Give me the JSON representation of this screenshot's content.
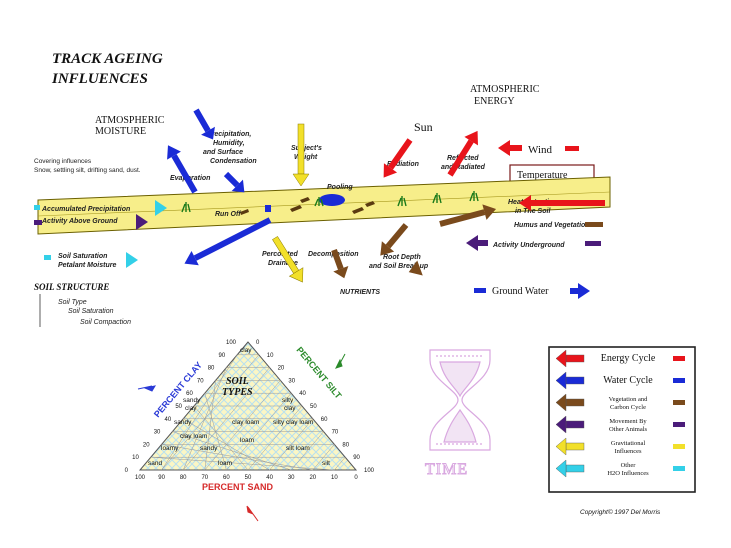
{
  "title": {
    "line1": "TRACK AGEING",
    "line2": "INFLUENCES"
  },
  "atmos_moisture": {
    "line1": "ATMOSPHERIC",
    "line2": "MOISTURE"
  },
  "atmos_energy": {
    "line1": "ATMOSPHERIC",
    "line2": "ENERGY"
  },
  "sun": "Sun",
  "wind": "Wind",
  "temperature": "Temperature",
  "covering": {
    "line1": "Covering influences",
    "line2": "Snow, settling silt, drifting sand, dust."
  },
  "precip": {
    "line1": "Precipitation,",
    "line2": "Humidity,",
    "line3": "and Surface",
    "line4": "Condensation"
  },
  "evaporation": "Evaporation",
  "subjects_weight": {
    "line1": "Subject's",
    "line2": "Weight"
  },
  "pooling": "Pooling",
  "radiation": "Radiation",
  "reflected": {
    "line1": "Reflected",
    "line2": "and Radiated"
  },
  "accum_precip": "Accumulated Precipitation",
  "activity_above": "Activity Above Ground",
  "run_off": "Run Off",
  "heat_retention": {
    "line1": "Heat Retention",
    "line2": "in The Soil"
  },
  "humus": "Humus and Vegetation",
  "activity_under": "Activity Underground",
  "soil_saturation": {
    "line1": "Soil Saturation",
    "line2": "Petalant Moisture"
  },
  "percolated": {
    "line1": "Percolated",
    "line2": "Drainage"
  },
  "decomposition": "Decomposition",
  "root_depth": {
    "line1": "Root Depth",
    "line2": "and Soil Break up"
  },
  "nutrients": "NUTRIENTS",
  "ground_water": "Ground Water",
  "soil_structure": {
    "title": "SOIL STRUCTURE",
    "item1": "Soil Type",
    "item2": "Soil Saturation",
    "item3": "Soil Compaction"
  },
  "soil_types": {
    "line1": "SOIL",
    "line2": "TYPES"
  },
  "percent_clay": "PERCENT CLAY",
  "percent_silt": "PERCENT SILT",
  "percent_sand": "PERCENT SAND",
  "soil_labels": {
    "clay": "clay",
    "sandy": "sandy",
    "clay2": "clay",
    "silty": "silty",
    "clay3": "clay",
    "sandy_clay": "sandy",
    "clay_loam": "clay loam",
    "silty_clay_loam": "silty clay loam",
    "sandy_loam_top": "clay loam",
    "loam": "loam",
    "loamy": "loamy",
    "sandy2": "sandy",
    "silt_loam": "silt loam",
    "sand": "sand",
    "loam2": "loam",
    "silt": "silt"
  },
  "ticks_left": [
    "100",
    "90",
    "80",
    "70",
    "60",
    "50",
    "40",
    "30",
    "20",
    "10",
    "0"
  ],
  "ticks_right": [
    "0",
    "10",
    "20",
    "30",
    "40",
    "50",
    "60",
    "70",
    "80",
    "90",
    "100"
  ],
  "ticks_bottom": [
    "100",
    "90",
    "80",
    "70",
    "60",
    "50",
    "40",
    "30",
    "20",
    "10",
    "0"
  ],
  "time_label": "TIME",
  "legend": [
    {
      "label": "Energy Cycle",
      "color": "#e8141b"
    },
    {
      "label": "Water Cycle",
      "color": "#1a2bd6"
    },
    {
      "label": "Vegetation and Carbon Cycle",
      "color": "#7a4a1c"
    },
    {
      "label": "Movement By Other Animals",
      "color": "#4b1c7a"
    },
    {
      "label": "Gravitational Influences",
      "color": "#f2e02a"
    },
    {
      "label": "Other H2O Influences",
      "color": "#33d0e8"
    }
  ],
  "copyright": "Copyright© 1997 Del Morris"
}
